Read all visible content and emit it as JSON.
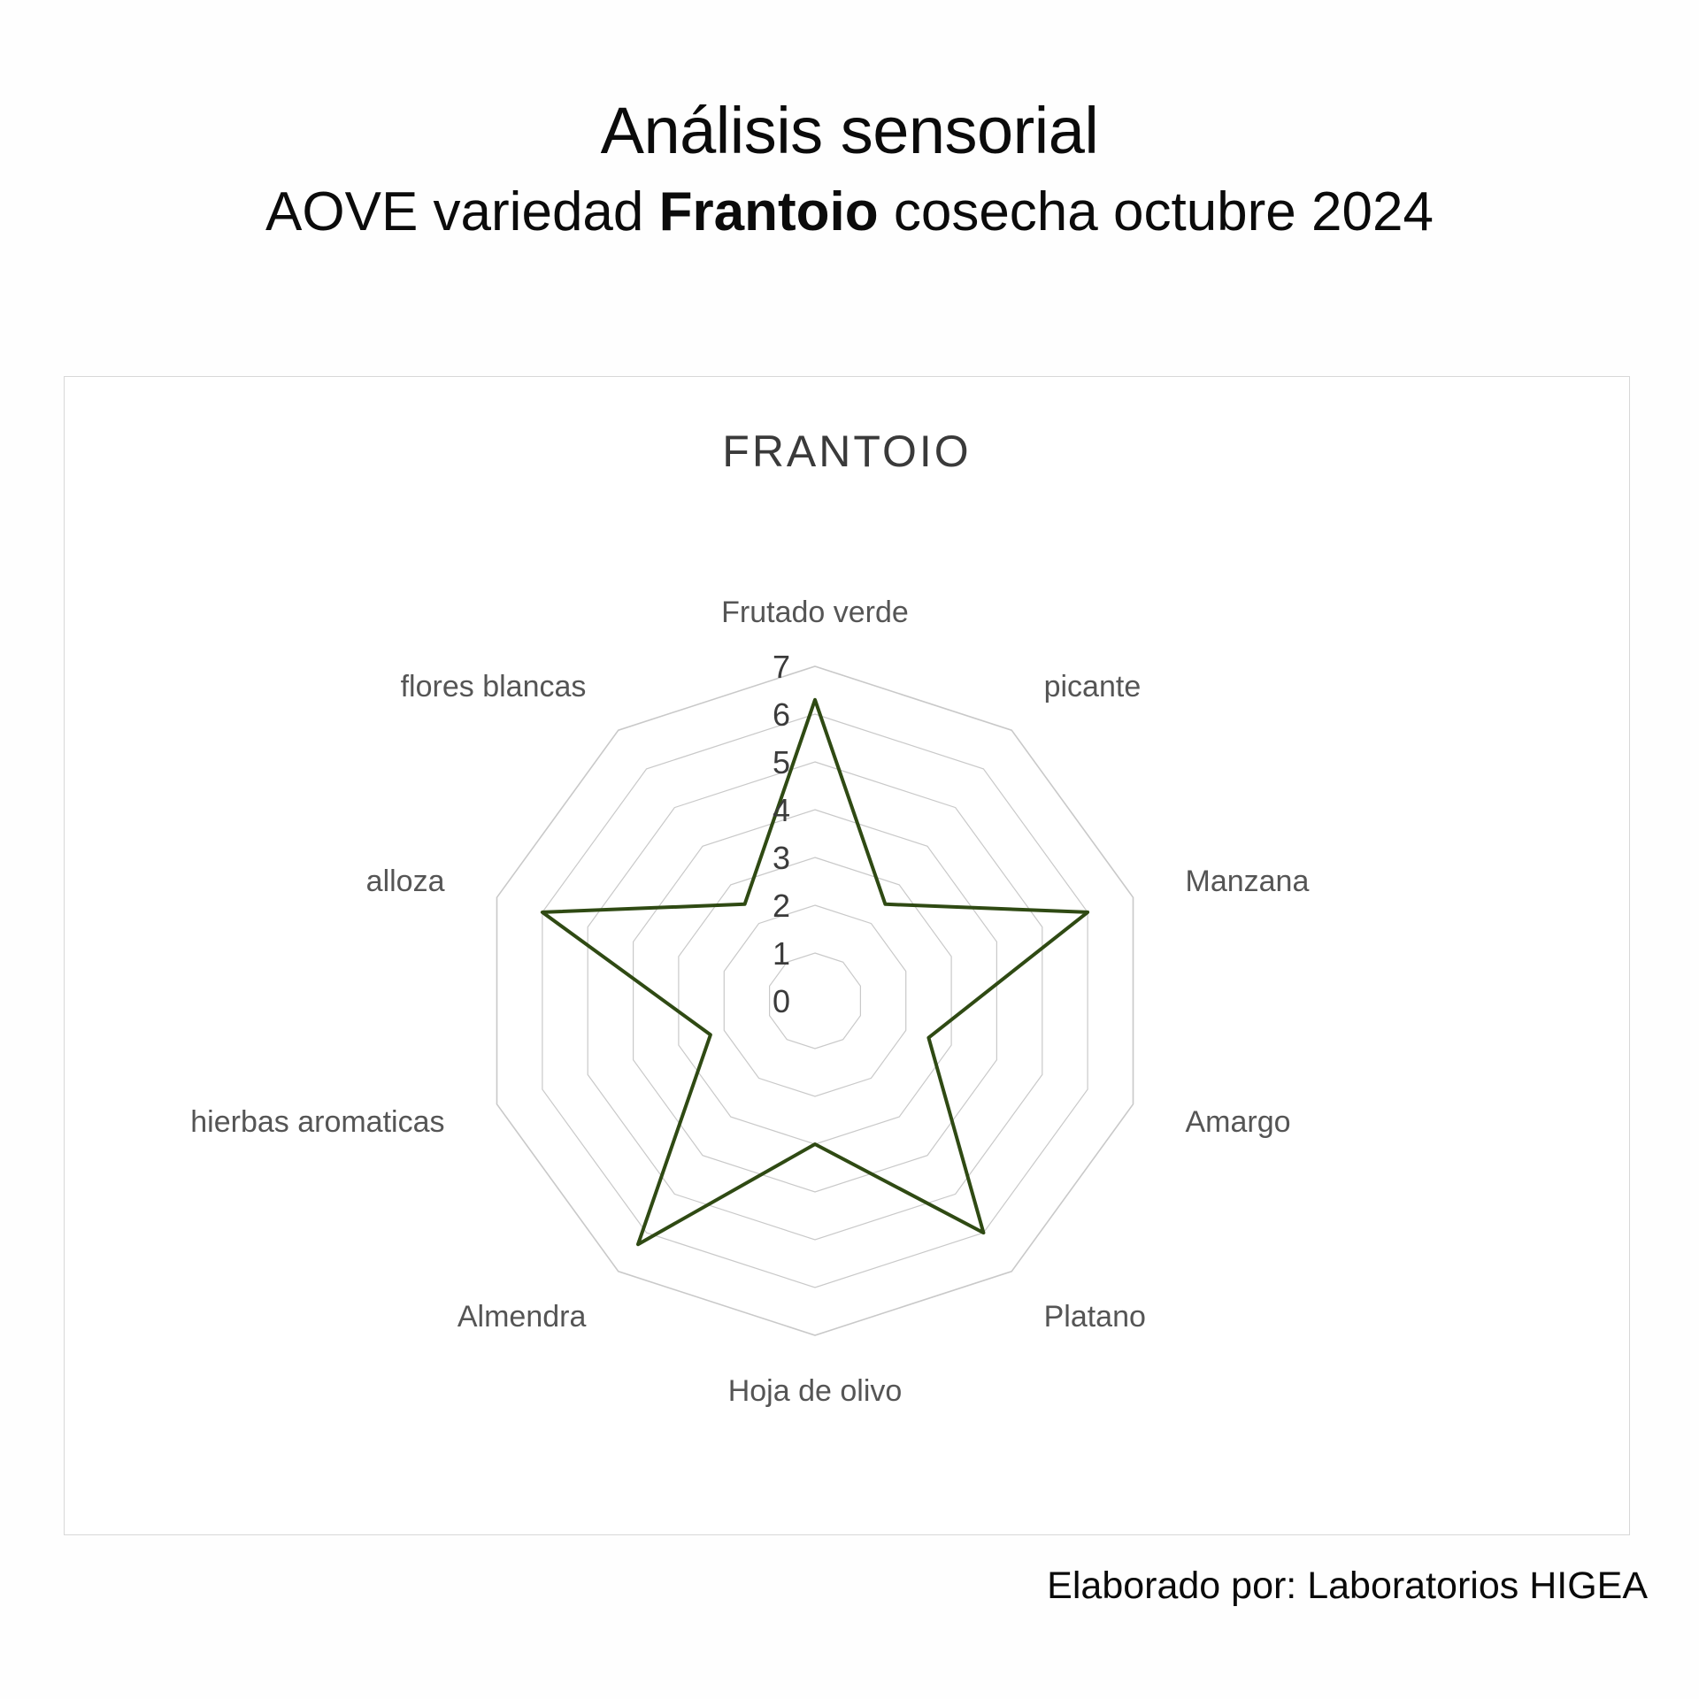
{
  "header": {
    "title": "Análisis sensorial",
    "subtitle_pre": "AOVE variedad ",
    "subtitle_strong": "Frantoio",
    "subtitle_post": " cosecha octubre 2024"
  },
  "footer": {
    "credit": "Elaborado por: Laboratorios HIGEA"
  },
  "colors": {
    "series_line": "#2f4a13",
    "grid": "#c9c9c9",
    "spoke": "#d2d2d2",
    "frame": "#d8d8d8",
    "text": "#111111",
    "axis_label": "#555555"
  },
  "chart_data": {
    "type": "radar",
    "title": "FRANTOIO",
    "categories": [
      "Frutado verde",
      "picante",
      "Manzana",
      "Amargo",
      "Platano",
      "Hoja de olivo",
      "Almendra",
      "hierbas aromaticas",
      "alloza",
      "flores blancas"
    ],
    "series": [
      {
        "name": "FRANTOIO",
        "values": [
          6.3,
          2.5,
          6.0,
          2.5,
          6.0,
          3.0,
          6.3,
          2.3,
          6.0,
          2.5
        ]
      }
    ],
    "rlim": [
      0,
      7
    ],
    "tick_labels": [
      "0",
      "1",
      "2",
      "3",
      "4",
      "5",
      "6",
      "7"
    ],
    "tick_values": [
      0,
      1,
      2,
      3,
      4,
      5,
      6,
      7
    ],
    "grid": true,
    "legend": "none",
    "fill": false,
    "line_width": 4
  }
}
